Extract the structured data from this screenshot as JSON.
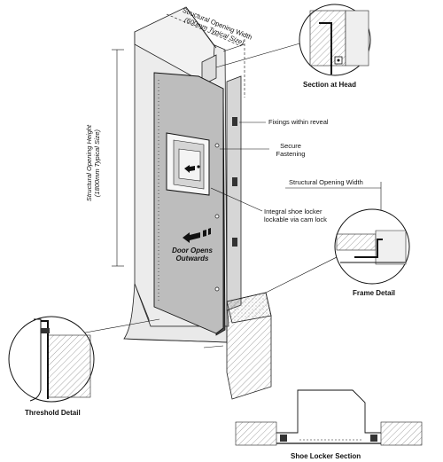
{
  "labels": {
    "width_title": "Structural Opening Width",
    "width_typical": "(600mm Typical Size)",
    "height_title": "Structural Opening Height",
    "height_typical": "(1800mm Typical Size)",
    "fixings": "Fixings within reveal",
    "secure_1": "Secure",
    "secure_2": "Fastening",
    "locker_1": "Integral shoe locker",
    "locker_2": "lockable via cam lock",
    "door_opens_1": "Door Opens",
    "door_opens_2": "Outwards",
    "opening_width_right": "Structural Opening Width"
  },
  "details": {
    "head": "Section at Head",
    "frame": "Frame Detail",
    "threshold": "Threshold Detail",
    "locker": "Shoe Locker Section"
  },
  "colors": {
    "door_face": "#b9b9b9",
    "door_edge": "#555555",
    "wall_face": "#e6e6e6",
    "line": "#111111"
  }
}
